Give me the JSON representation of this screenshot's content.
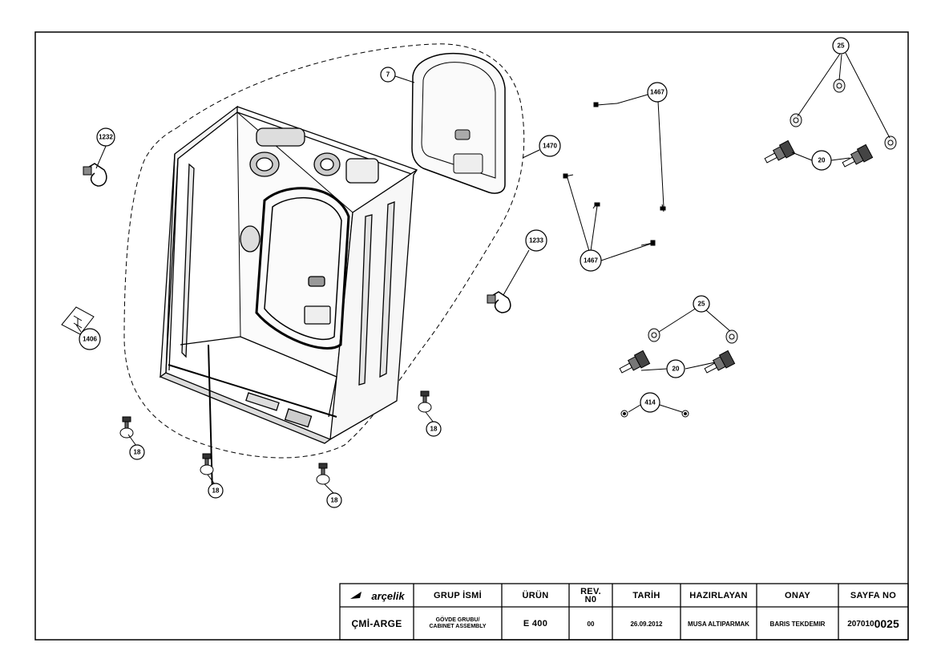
{
  "callouts": {
    "c7": "7",
    "c1232": "1232",
    "c1470": "1470",
    "c1467a": "1467",
    "c1467b": "1467",
    "c25a": "25",
    "c20a": "20",
    "c1233": "1233",
    "c1406": "1406",
    "c25b": "25",
    "c20b": "20",
    "c414": "414",
    "c18a": "18",
    "c18b": "18",
    "c18c": "18",
    "c18d": "18"
  },
  "title_block": {
    "brand": "arçelik",
    "dept": "ÇMİ-ARGE",
    "group_header": "GRUP İSMİ",
    "group_value_line1": "GÖVDE GRUBU/",
    "group_value_line2": "CABINET ASSEMBLY",
    "product_header": "ÜRÜN",
    "product_value": "E 400",
    "rev_header_line1": "REV.",
    "rev_header_line2": "N0",
    "rev_value": "00",
    "date_header": "TARİH",
    "date_value": "26.09.2012",
    "prepared_header": "HAZIRLAYAN",
    "prepared_value": "MUSA ALTIPARMAK",
    "approval_header": "ONAY",
    "approval_value": "BARIS TEKDEMIR",
    "sheet_header": "SAYFA NO",
    "sheet_prefix": "207010",
    "sheet_suffix": "0025"
  }
}
